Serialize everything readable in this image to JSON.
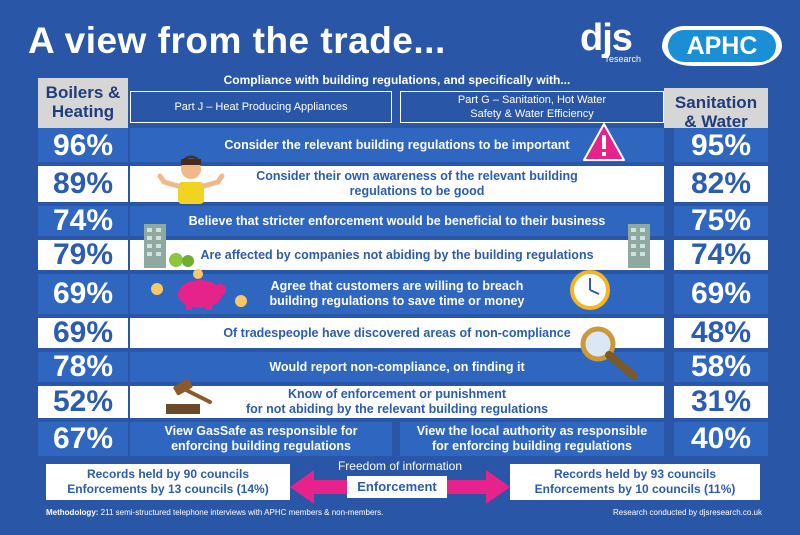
{
  "header": {
    "title": "A view from the trade...",
    "logo_djs": "djs",
    "logo_djs_sub": "research",
    "logo_aphc": "APHC"
  },
  "columns": {
    "left_label_line1": "Boilers &",
    "left_label_line2": "Heating",
    "right_label_line1": "Sanitation",
    "right_label_line2": "& Water"
  },
  "compliance": {
    "heading": "Compliance with building regulations, and specifically with...",
    "part_j": "Part J – Heat Producing Appliances",
    "part_g_line1": "Part G – Sanitation, Hot Water",
    "part_g_line2": "Safety & Water Efficiency"
  },
  "rows": [
    {
      "left": "96%",
      "right": "95%",
      "line1": "Consider the relevant building regulations to be important",
      "line2": ""
    },
    {
      "left": "89%",
      "right": "82%",
      "line1": "Consider their own awareness of the relevant building",
      "line2": "regulations to be good"
    },
    {
      "left": "74%",
      "right": "75%",
      "line1": "Believe that stricter enforcement would be beneficial to their business",
      "line2": ""
    },
    {
      "left": "79%",
      "right": "74%",
      "line1": "Are affected by companies not abiding by the building regulations",
      "line2": ""
    },
    {
      "left": "69%",
      "right": "69%",
      "line1": "Agree that customers are willing to breach",
      "line2": "building regulations to save time or money"
    },
    {
      "left": "69%",
      "right": "48%",
      "line1": "Of tradespeople have discovered areas of non-compliance",
      "line2": ""
    },
    {
      "left": "78%",
      "right": "58%",
      "line1": "Would report non-compliance, on finding it",
      "line2": ""
    },
    {
      "left": "52%",
      "right": "31%",
      "line1": "Know of enforcement or punishment",
      "line2": "for not abiding by the relevant building regulations"
    },
    {
      "left": "67%",
      "right": "40%",
      "line1": "View GasSafe as responsible for",
      "line2": "enforcing building regulations",
      "line3": "View the local authority as responsible",
      "line4": "for enforcing building regulations"
    }
  ],
  "foi": {
    "label": "Freedom of information",
    "enforcement": "Enforcement",
    "left_line1": "Records held by 90 councils",
    "left_line2": "Enforcements by 13 councils (14%)",
    "right_line1": "Records held by 93 councils",
    "right_line2": "Enforcements by 10 councils (11%)"
  },
  "footer": {
    "methodology_label": "Methodology:",
    "methodology_text": "211 semi-structured telephone interviews with APHC members & non-members.",
    "credit": "Research conducted by djsresearch.co.uk"
  },
  "colors": {
    "background": "#2a56a8",
    "row_dark": "#2e66c0",
    "row_light": "#ffffff",
    "text_blue": "#2b5cb0",
    "accent_pink": "#e6238a"
  }
}
